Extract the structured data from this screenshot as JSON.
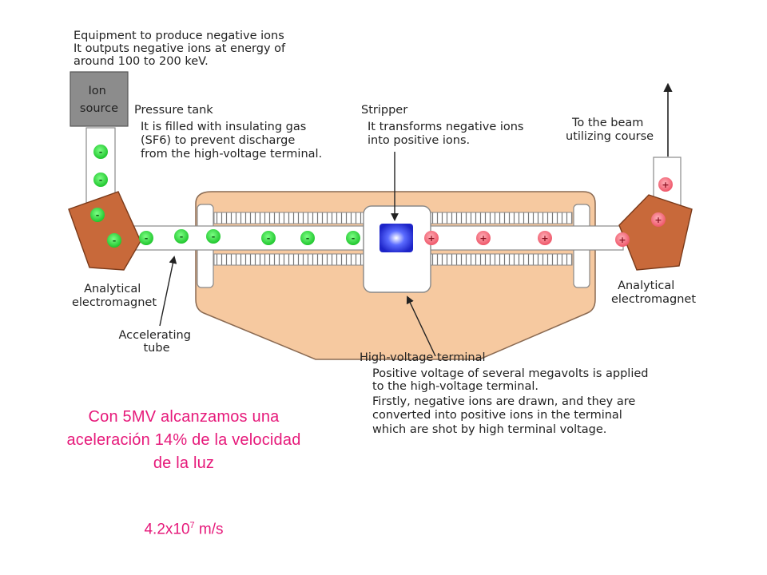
{
  "labels": {
    "ion_source_box": [
      "Ion",
      "source"
    ],
    "ion_source_desc": [
      "Equipment to produce negative ions",
      "It outputs negative ions at energy of",
      "around 100 to 200 keV."
    ],
    "pressure_tank": [
      "Pressure tank",
      "It is filled with insulating gas",
      "(SF6) to prevent discharge",
      "from the high-voltage terminal."
    ],
    "stripper": [
      "Stripper",
      "It transforms negative ions",
      "into positive ions."
    ],
    "beam_course": [
      "To the beam",
      "utilizing course"
    ],
    "left_magnet": [
      "Analytical",
      "electromagnet"
    ],
    "right_magnet": [
      "Analytical",
      "electromagnet"
    ],
    "accelerating_tube": [
      "Accelerating",
      "tube"
    ],
    "hv_terminal": [
      "High-voltage terminal",
      "Positive voltage of several megavolts is applied",
      "to the high-voltage terminal.",
      "Firstly, negative ions are drawn, and they are",
      "converted into positive ions in the terminal",
      "which are shot by high terminal voltage."
    ]
  },
  "ion_signs": {
    "negative": "-",
    "positive": "+"
  },
  "caption": [
    "Con 5MV alcanzamos una",
    "aceleración 14% de la velocidad",
    "de la luz"
  ],
  "speed": {
    "base": "4.2x10",
    "exponent": "7",
    "unit": " m/s"
  },
  "colors": {
    "tank_fill": "#f6c9a0",
    "magnet_fill": "#c8693a",
    "ion_source_fill": "#8c8c8c",
    "negative_ion": "#2bd93a",
    "positive_ion": "#f2687a",
    "stripper": "#2a35e0",
    "caption": "#e6197a"
  }
}
